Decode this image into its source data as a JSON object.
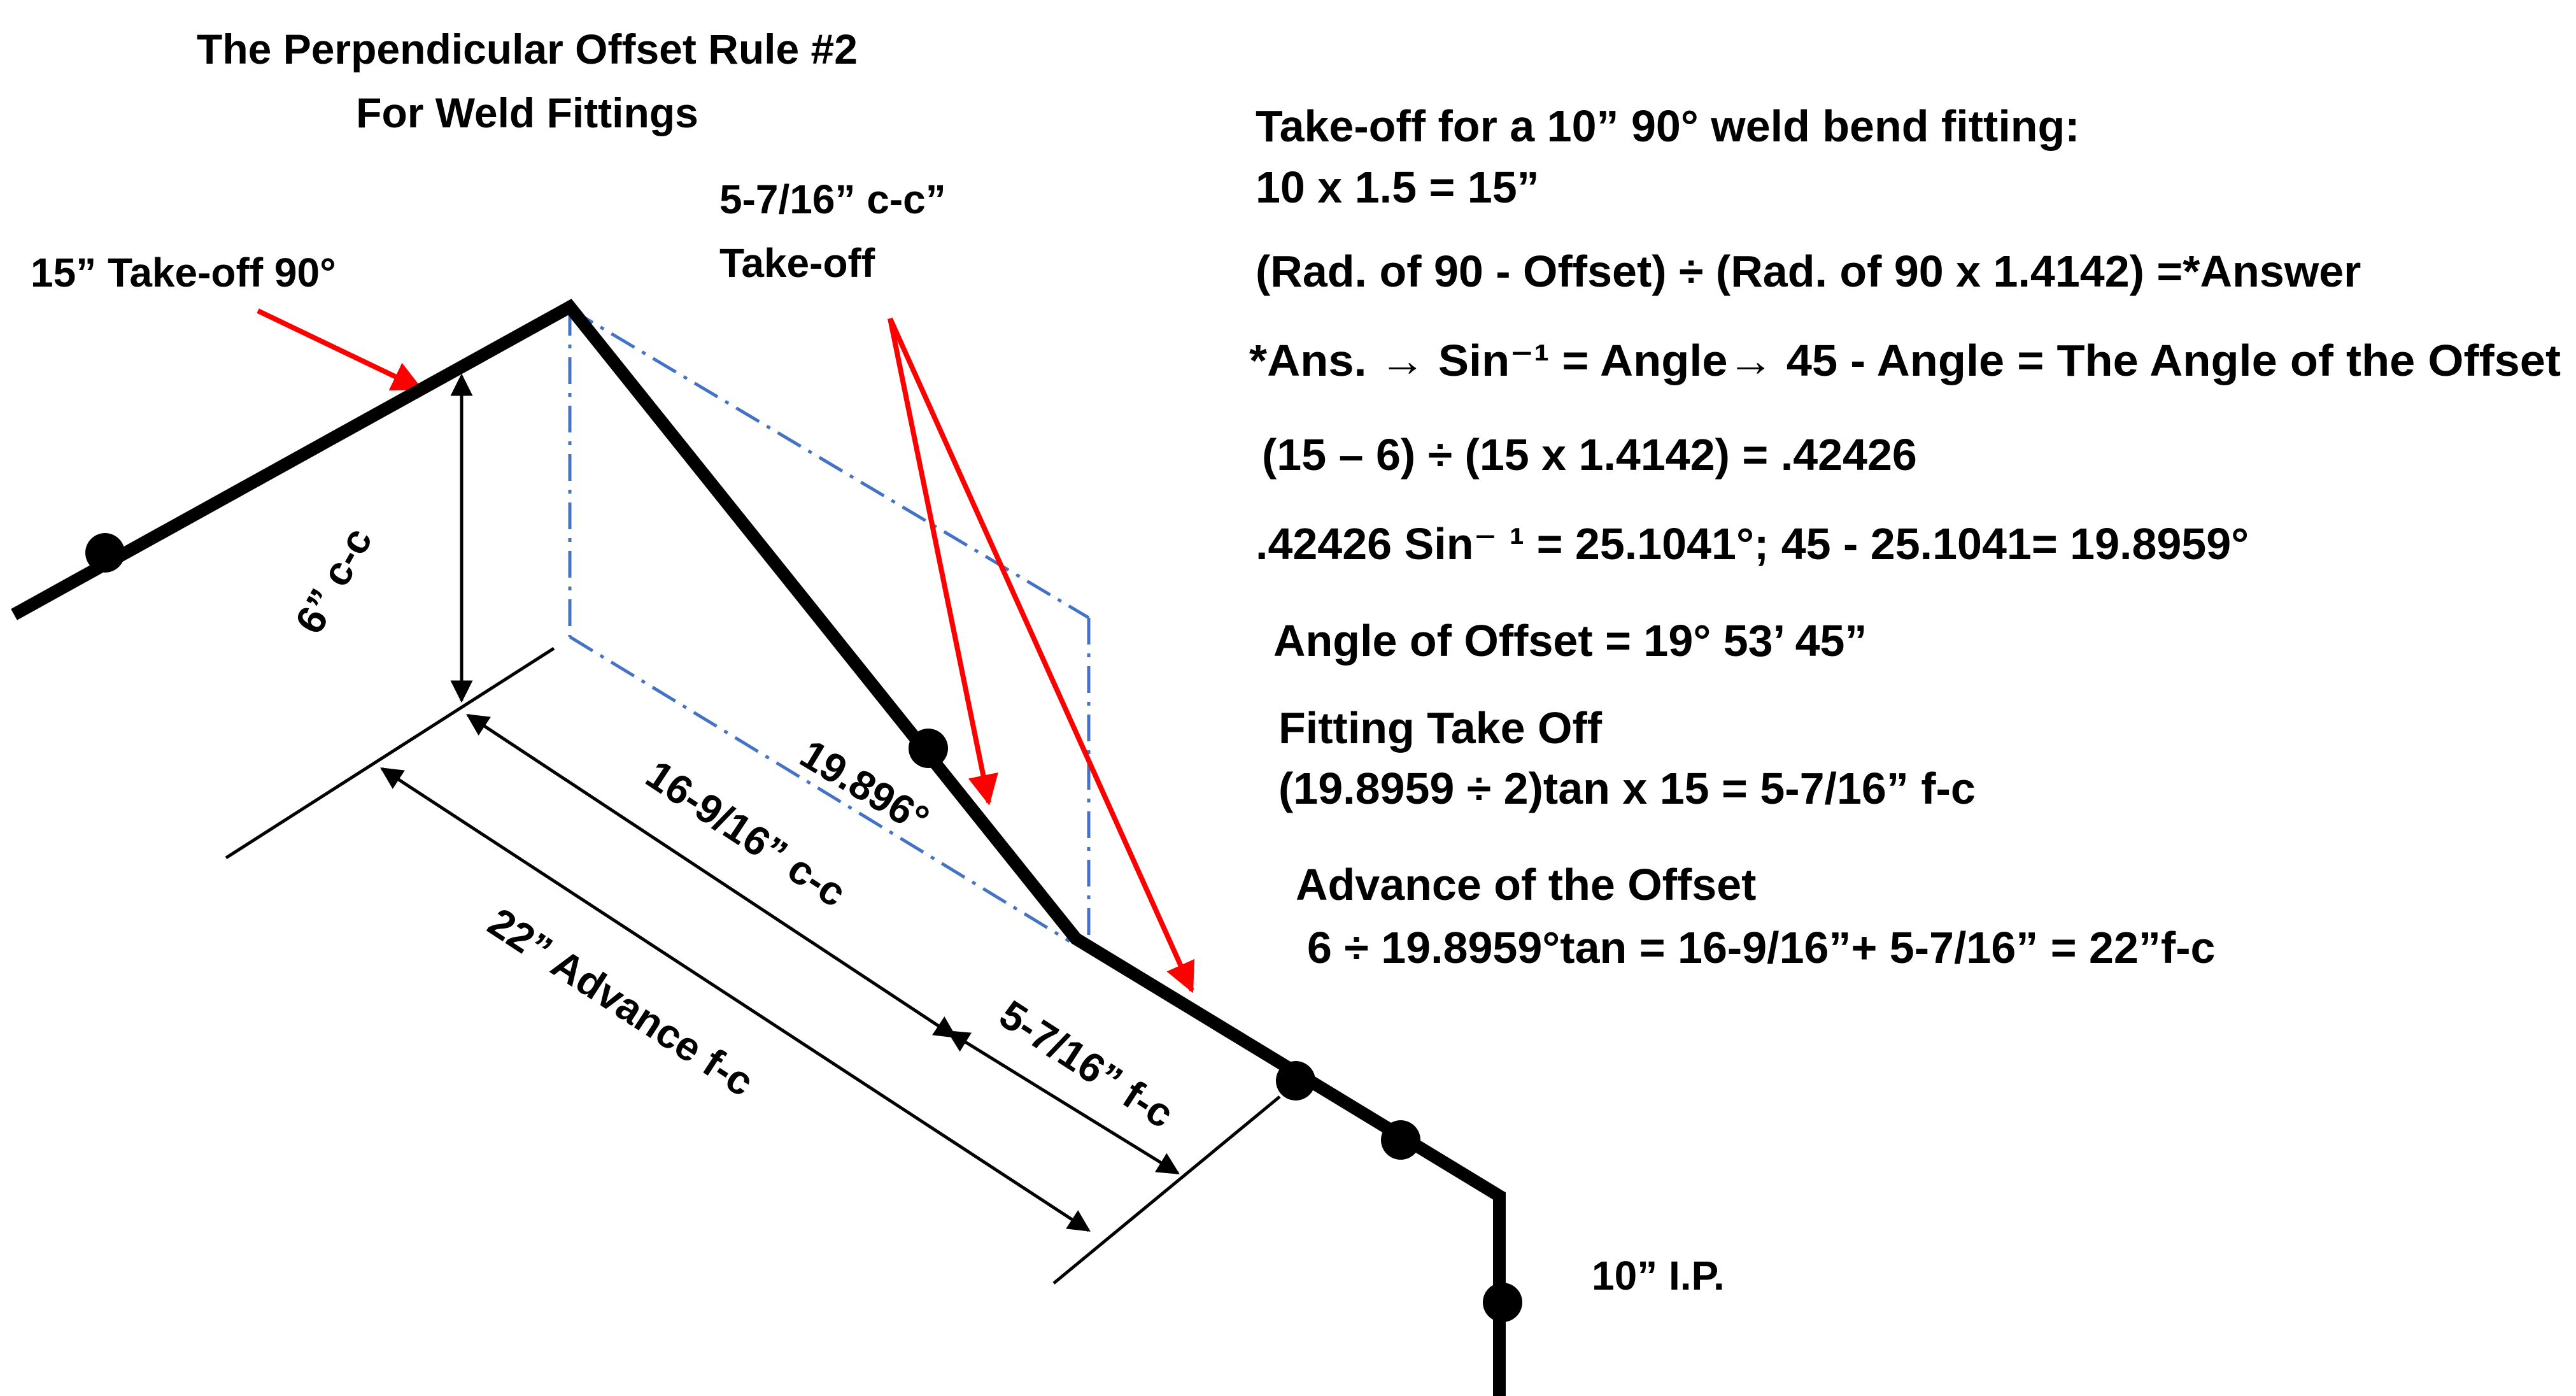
{
  "title": {
    "line1": "The Perpendicular Offset Rule #2",
    "line2": "For Weld Fittings"
  },
  "labels": {
    "takeoff_90": "15” Take-off 90°",
    "cc_takeoff_line1": "5-7/16” c-c”",
    "cc_takeoff_line2": "Take-off",
    "rise": "6” c-c",
    "angle": "19.896°",
    "travel": "16-9/16” c-c",
    "advance": "22” Advance f-c",
    "fitting_fc": "5-7/16” f-c",
    "ip": "10” I.P."
  },
  "calculations": {
    "takeoff_heading": "Take-off for a 10” 90° weld bend  fitting:",
    "takeoff_calc": "10 x 1.5 = 15”",
    "formula": "(Rad. of 90 - Offset) ÷ (Rad. of 90 x 1.4142) =*Answer",
    "formula_note": "*Ans. → Sin⁻¹ = Angle→ 45 - Angle = The Angle of the Offset",
    "step1": "(15 – 6) ÷ (15 x 1.4142) = .42426",
    "step2": ".42426 Sin⁻ ¹ = 25.1041°; 45 - 25.1041= 19.8959°",
    "angle_result": "Angle of Offset = 19° 53’ 45”",
    "fitting_heading": "Fitting Take Off",
    "fitting_calc": "(19.8959 ÷ 2)tan x 15 = 5-7/16” f-c",
    "advance_heading": "Advance of the Offset",
    "advance_calc": "6 ÷ 19.8959°tan = 16-9/16”+ 5-7/16” = 22”f-c"
  },
  "colors": {
    "pipe": "#000000",
    "pointer_arrows": "#FF0000",
    "construction_lines": "#4472C4"
  }
}
